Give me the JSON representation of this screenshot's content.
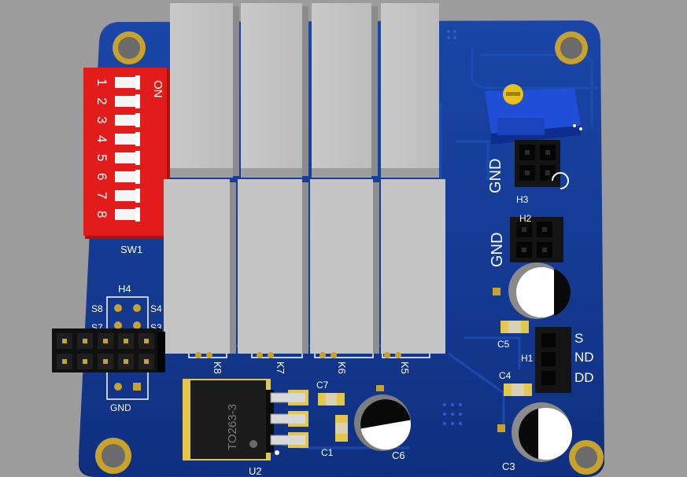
{
  "board": {
    "designators": {
      "sw1": "SW1",
      "h1": "H1",
      "h2": "H2",
      "h3": "H3",
      "h4": "H4",
      "u2": "U2",
      "k5": "K5",
      "k6": "K6",
      "k7": "K7",
      "k8": "K8",
      "c1": "C1",
      "c3": "C3",
      "c4": "C4",
      "c5": "C5",
      "c6": "C6",
      "c7": "C7"
    },
    "dip_switch": {
      "on_label": "ON",
      "positions": [
        "1",
        "2",
        "3",
        "4",
        "5",
        "6",
        "7",
        "8"
      ]
    },
    "h4_pins": {
      "left": [
        "S8",
        "S7"
      ],
      "right": [
        "S4",
        "S3"
      ],
      "gnd": "GND"
    },
    "h3_gnd": "GND",
    "h2_gnd": "GND",
    "h1_pins": [
      "S",
      "ND",
      "DD"
    ],
    "u2_package": "TO263-3"
  },
  "colors": {
    "background": "#9c9c9c",
    "pcb": "#143b94",
    "silkscreen": "#ffffff",
    "dip_switch": "#e21b1b",
    "relay": "#c4c4c4",
    "gold_pad": "#c8a22a",
    "header": "#1a1a1a"
  }
}
